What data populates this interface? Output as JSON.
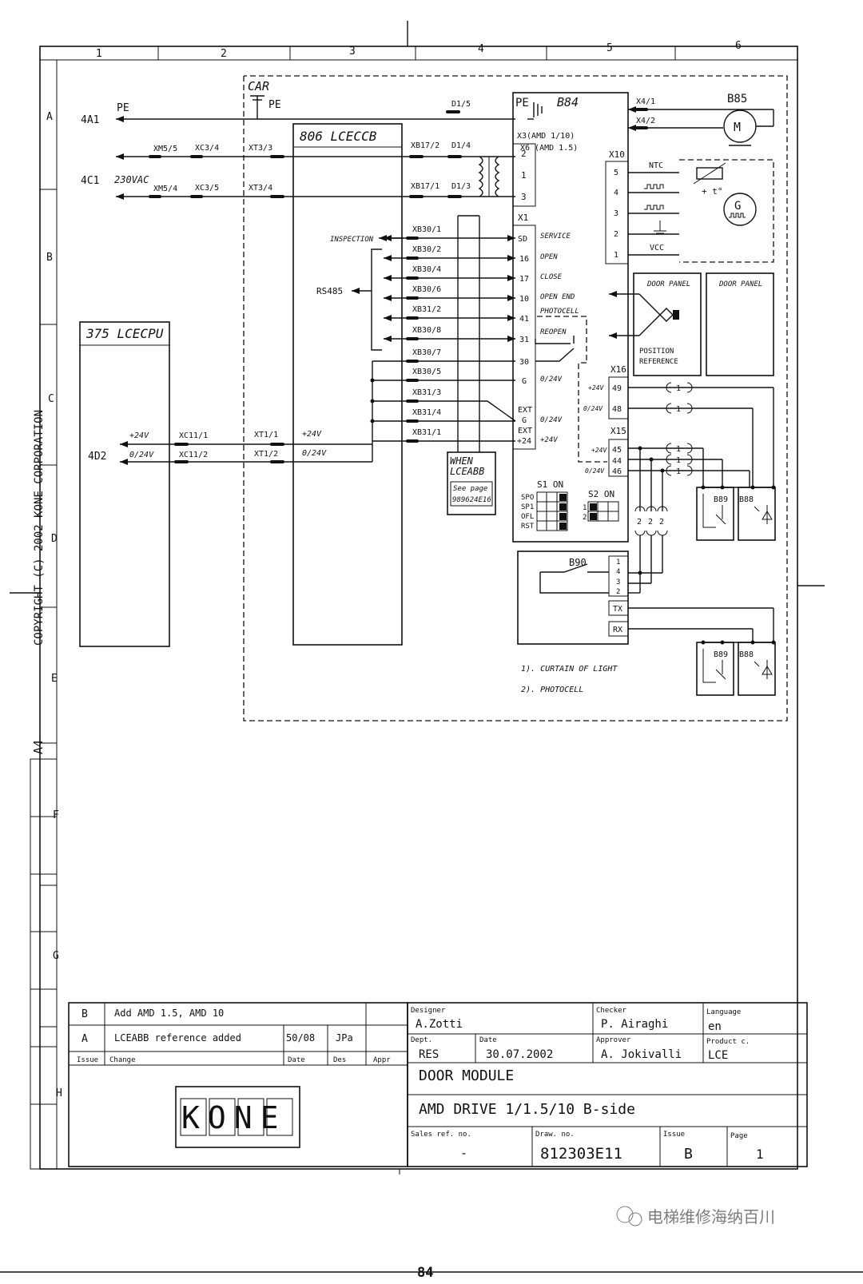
{
  "page_number": "84",
  "watermark": "电梯维修海纳百川",
  "side_copyright": "COPYRIGHT (C) 2002 KONE CORPORATION",
  "side_format": "A4",
  "grid": {
    "columns": [
      "1",
      "2",
      "3",
      "4",
      "5",
      "6"
    ],
    "rows": [
      "A",
      "B",
      "C",
      "D",
      "E",
      "F",
      "G",
      "H"
    ]
  },
  "diagram": {
    "car_label": "CAR",
    "pe_top": "PE",
    "pe_left": "PE",
    "ref_4a1": "4A1",
    "ref_4c1": "4C1",
    "label_230vac": "230VAC",
    "ref_4d2": "4D2",
    "d1_5": "D1/5",
    "d1_4": "D1/4",
    "d1_3": "D1/3",
    "xm5_5": "XM5/5",
    "xm5_4": "XM5/4",
    "xc3_4": "XC3/4",
    "xc3_5": "XC3/5",
    "xt3_3": "XT3/3",
    "xt3_4": "XT3/4",
    "xb17_2": "XB17/2",
    "xb17_1": "XB17/1",
    "lceccb": "806 LCECCB",
    "lcecpu": "375 LCECPU",
    "b84": "B84",
    "b84_pe": "PE",
    "b85": "B85",
    "motor": "M",
    "gen": "G",
    "x4_1": "X4/1",
    "x4_2": "X4/2",
    "x3_line1": "X3(AMD 1/10)",
    "x3_line2": "X6 (AMD 1.5)",
    "x3_pins": [
      "2",
      "1",
      "3"
    ],
    "x10": "X10",
    "x10_pins": [
      "5",
      "4",
      "3",
      "2",
      "1"
    ],
    "ntc": "NTC",
    "vcc": "VCC",
    "temp_sign": "+ t°",
    "x1": "X1",
    "x1_pins": [
      "SD",
      "16",
      "17",
      "10",
      "41",
      "31",
      "30",
      "G",
      "EXT",
      "G",
      "EXT",
      "+24"
    ],
    "x1_funcs": [
      "SERVICE",
      "OPEN",
      "CLOSE",
      "OPEN END",
      "PHOTOCELL",
      "REOPEN",
      "0/24V",
      "0/24V",
      "+24V"
    ],
    "xb_labels": [
      "XB30/1",
      "XB30/2",
      "XB30/4",
      "XB30/6",
      "XB31/2",
      "XB30/8",
      "XB30/7",
      "XB30/5",
      "XB31/3",
      "XB31/4",
      "XB31/1"
    ],
    "inspection": "INSPECTION",
    "rs485": "RS485",
    "plus24v": "+24V",
    "v024": "0/24V",
    "xc11_1": "XC11/1",
    "xc11_2": "XC11/2",
    "xt1_1": "XT1/1",
    "xt1_2": "XT1/2",
    "when_line1": "WHEN",
    "when_line2": "LCEABB",
    "see_page": "See page",
    "see_page_ref": "989624E16",
    "s1_on": "S1 ON",
    "s1_labels": [
      "SPO",
      "SP1",
      "OFL",
      "RST"
    ],
    "s2_on": "S2 ON",
    "s2_labels": [
      "1",
      "2"
    ],
    "door_panel": "DOOR PANEL",
    "position_ref_1": "POSITION",
    "position_ref_2": "REFERENCE",
    "x16": "X16",
    "x16_pins": [
      "49",
      "48"
    ],
    "x15": "X15",
    "x15_pins": [
      "45",
      "44",
      "46"
    ],
    "note_mark": "1",
    "coil_mark": "2",
    "b89": "B89",
    "b88": "B88",
    "b90": "B90",
    "b90_pins": [
      "1",
      "4",
      "3",
      "2"
    ],
    "tx": "TX",
    "rx": "RX",
    "note1": "1). CURTAIN OF LIGHT",
    "note2": "2). PHOTOCELL"
  },
  "title_block": {
    "rev_b_issue": "B",
    "rev_b_change": "Add AMD 1.5, AMD 10",
    "rev_a_issue": "A",
    "rev_a_change": "LCEABB reference added",
    "rev_a_date": "50/08",
    "rev_a_des": "JPa",
    "hdr_issue": "Issue",
    "hdr_change": "Change",
    "hdr_date": "Date",
    "hdr_des": "Des",
    "hdr_appr": "Appr",
    "logo": "KONE",
    "designer_label": "Designer",
    "designer": "A.Zotti",
    "checker_label": "Checker",
    "checker": "P. Airaghi",
    "language_label": "Language",
    "language": "en",
    "dept_label": "Dept.",
    "dept": "RES",
    "date_label": "Date",
    "date": "30.07.2002",
    "approver_label": "Approver",
    "approver": "A. Jokivalli",
    "product_label": "Product c.",
    "product": "LCE",
    "title1": "DOOR MODULE",
    "title2": "AMD DRIVE 1/1.5/10  B-side",
    "sales_label": "Sales ref. no.",
    "sales": "-",
    "draw_label": "Draw. no.",
    "draw_no": "812303E11",
    "issue_label": "Issue",
    "issue": "B",
    "page_label": "Page",
    "page": "1"
  }
}
